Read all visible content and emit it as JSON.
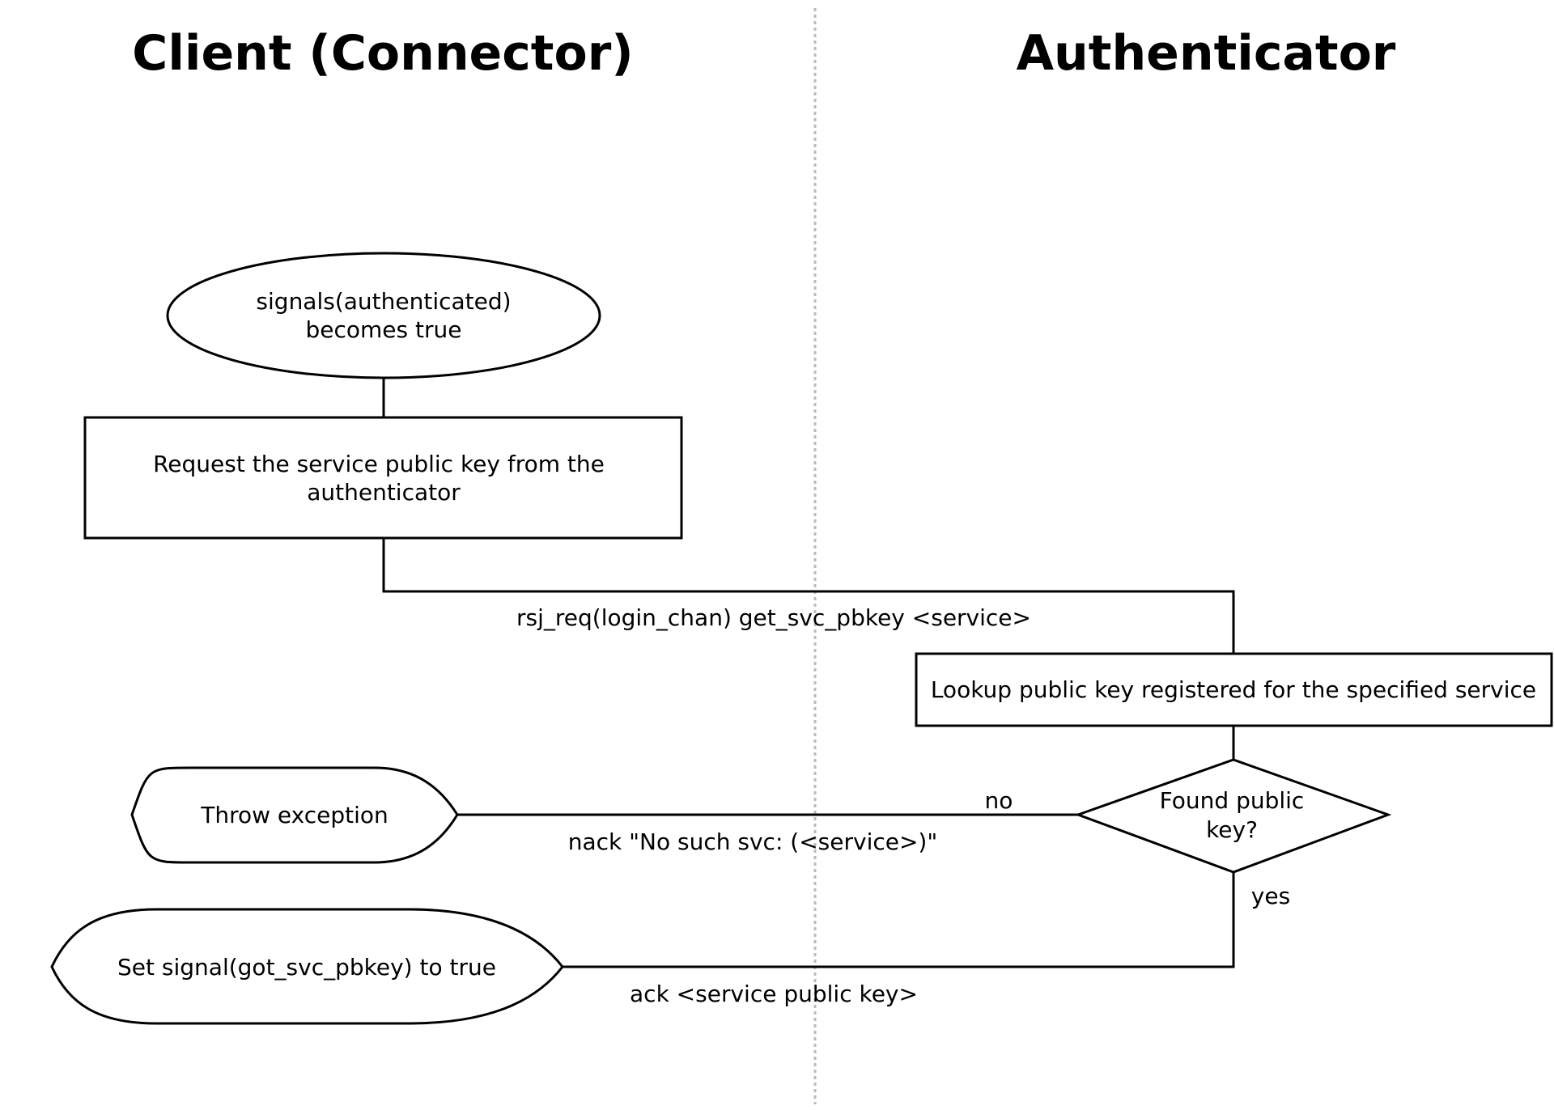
{
  "lanes": {
    "client_title": "Client (Connector)",
    "authenticator_title": "Authenticator"
  },
  "nodes": {
    "start": {
      "line1": "signals(authenticated)",
      "line2": "becomes true"
    },
    "request": {
      "line1": "Request the service public key from the",
      "line2": "authenticator"
    },
    "lookup": {
      "line1": "Lookup public key registered for the specified service"
    },
    "decision": {
      "line1": "Found public",
      "line2": "key?"
    },
    "throw": {
      "line1": "Throw exception"
    },
    "set_signal": {
      "line1": "Set signal(got_svc_pbkey) to true"
    }
  },
  "edges": {
    "request_msg": "rsj_req(login_chan) get_svc_pbkey <service>",
    "no_label": "no",
    "nack_msg": "nack \"No such svc: (<service>)\"",
    "yes_label": "yes",
    "ack_msg": "ack <service public key>"
  },
  "colors": {
    "stroke": "#000000",
    "divider": "#bbbbbb",
    "background": "#ffffff"
  }
}
